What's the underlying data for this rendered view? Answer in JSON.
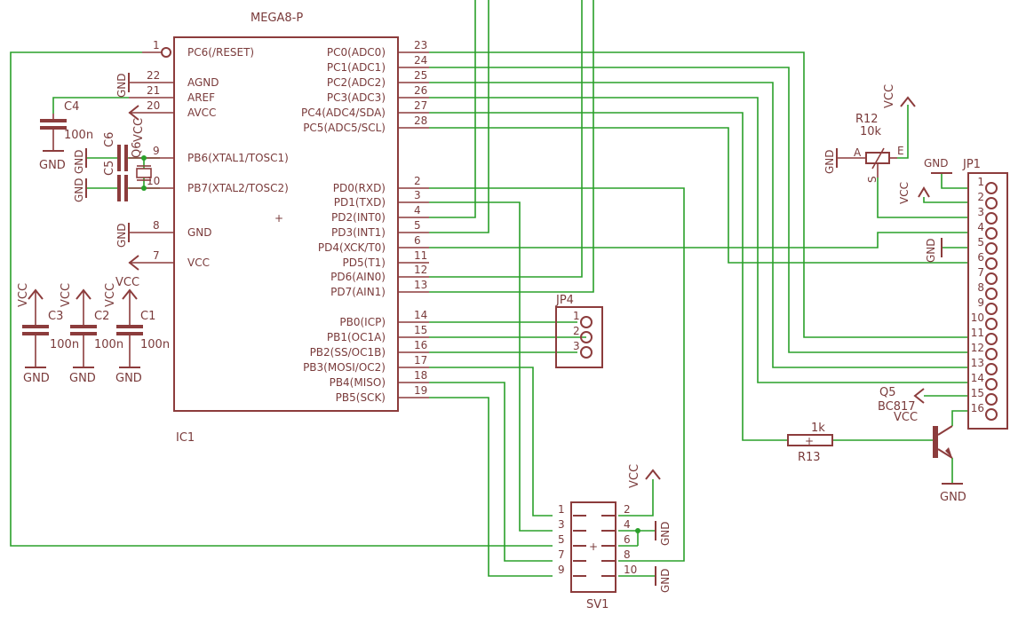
{
  "ic1": {
    "name": "IC1",
    "value": "MEGA8-P",
    "left_pins": [
      {
        "num": "1",
        "label": "PC6(/RESET)"
      },
      {
        "num": "22",
        "label": "AGND"
      },
      {
        "num": "21",
        "label": "AREF"
      },
      {
        "num": "20",
        "label": "AVCC"
      },
      {
        "num": "9",
        "label": "PB6(XTAL1/TOSC1)"
      },
      {
        "num": "10",
        "label": "PB7(XTAL2/TOSC2)"
      },
      {
        "num": "8",
        "label": "GND"
      },
      {
        "num": "7",
        "label": "VCC"
      }
    ],
    "right_pins": [
      {
        "num": "23",
        "label": "PC0(ADC0)"
      },
      {
        "num": "24",
        "label": "PC1(ADC1)"
      },
      {
        "num": "25",
        "label": "PC2(ADC2)"
      },
      {
        "num": "26",
        "label": "PC3(ADC3)"
      },
      {
        "num": "27",
        "label": "PC4(ADC4/SDA)"
      },
      {
        "num": "28",
        "label": "PC5(ADC5/SCL)"
      },
      {
        "num": "2",
        "label": "PD0(RXD)"
      },
      {
        "num": "3",
        "label": "PD1(TXD)"
      },
      {
        "num": "4",
        "label": "PD2(INT0)"
      },
      {
        "num": "5",
        "label": "PD3(INT1)"
      },
      {
        "num": "6",
        "label": "PD4(XCK/T0)"
      },
      {
        "num": "11",
        "label": "PD5(T1)"
      },
      {
        "num": "12",
        "label": "PD6(AIN0)"
      },
      {
        "num": "13",
        "label": "PD7(AIN1)"
      },
      {
        "num": "14",
        "label": "PB0(ICP)"
      },
      {
        "num": "15",
        "label": "PB1(OC1A)"
      },
      {
        "num": "16",
        "label": "PB2(SS/OC1B)"
      },
      {
        "num": "17",
        "label": "PB3(MOSI/OC2)"
      },
      {
        "num": "18",
        "label": "PB4(MISO)"
      },
      {
        "num": "19",
        "label": "PB5(SCK)"
      }
    ]
  },
  "power": {
    "vcc": "VCC",
    "gnd": "GND"
  },
  "capacitors": {
    "c1": {
      "name": "C1",
      "value": "100n"
    },
    "c2": {
      "name": "C2",
      "value": "100n"
    },
    "c3": {
      "name": "C3",
      "value": "100n"
    },
    "c4": {
      "name": "C4",
      "value": "100n"
    },
    "c5": {
      "name": "C5"
    },
    "c6": {
      "name": "C6"
    }
  },
  "crystal": {
    "name": "Q6"
  },
  "r12": {
    "name": "R12",
    "value": "10k",
    "pin_a": "A",
    "pin_e": "E",
    "pin_s": "S"
  },
  "r13": {
    "name": "R13",
    "value": "1k"
  },
  "q5": {
    "name": "Q5",
    "value": "BC817"
  },
  "jp1": {
    "name": "JP1",
    "pins": [
      "1",
      "2",
      "3",
      "4",
      "5",
      "6",
      "7",
      "8",
      "9",
      "10",
      "11",
      "12",
      "13",
      "14",
      "15",
      "16"
    ]
  },
  "jp4": {
    "name": "JP4",
    "pins": [
      "1",
      "2",
      "3"
    ]
  },
  "sv1": {
    "name": "SV1",
    "left_pins": [
      "1",
      "3",
      "5",
      "7",
      "9"
    ],
    "right_pins": [
      "2",
      "4",
      "6",
      "8",
      "10"
    ]
  }
}
